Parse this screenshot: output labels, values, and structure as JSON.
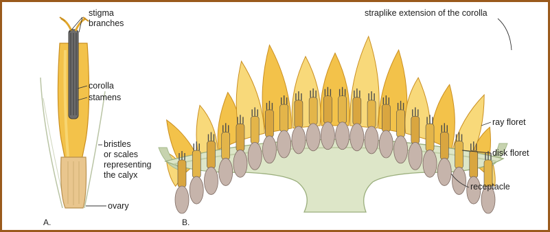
{
  "labels": {
    "stigma_branches": [
      "stigma",
      "branches"
    ],
    "corolla": "corolla",
    "stamens": "stamens",
    "calyx": [
      "bristles",
      "or scales",
      "representing",
      "the calyx"
    ],
    "ovary": "ovary",
    "strap": "straplike extension of the corolla",
    "ray_floret": "ray floret",
    "disk_floret": "disk floret",
    "receptacle": "receptacle"
  },
  "panels": {
    "a": "A.",
    "b": "B."
  },
  "colors": {
    "frame": "#9a5a1c",
    "petal_fill": "#f3c24a",
    "petal_light": "#f8d97a",
    "petal_edge": "#c98e1f",
    "ovary_fill": "#c6b4ab",
    "ovary_edge": "#7d6a62",
    "receptacle_fill": "#dde6c8",
    "receptacle_edge": "#9aae7c",
    "bract": "#a3b88a",
    "floret_dark": "#4a4a4a",
    "leader": "#333333"
  }
}
